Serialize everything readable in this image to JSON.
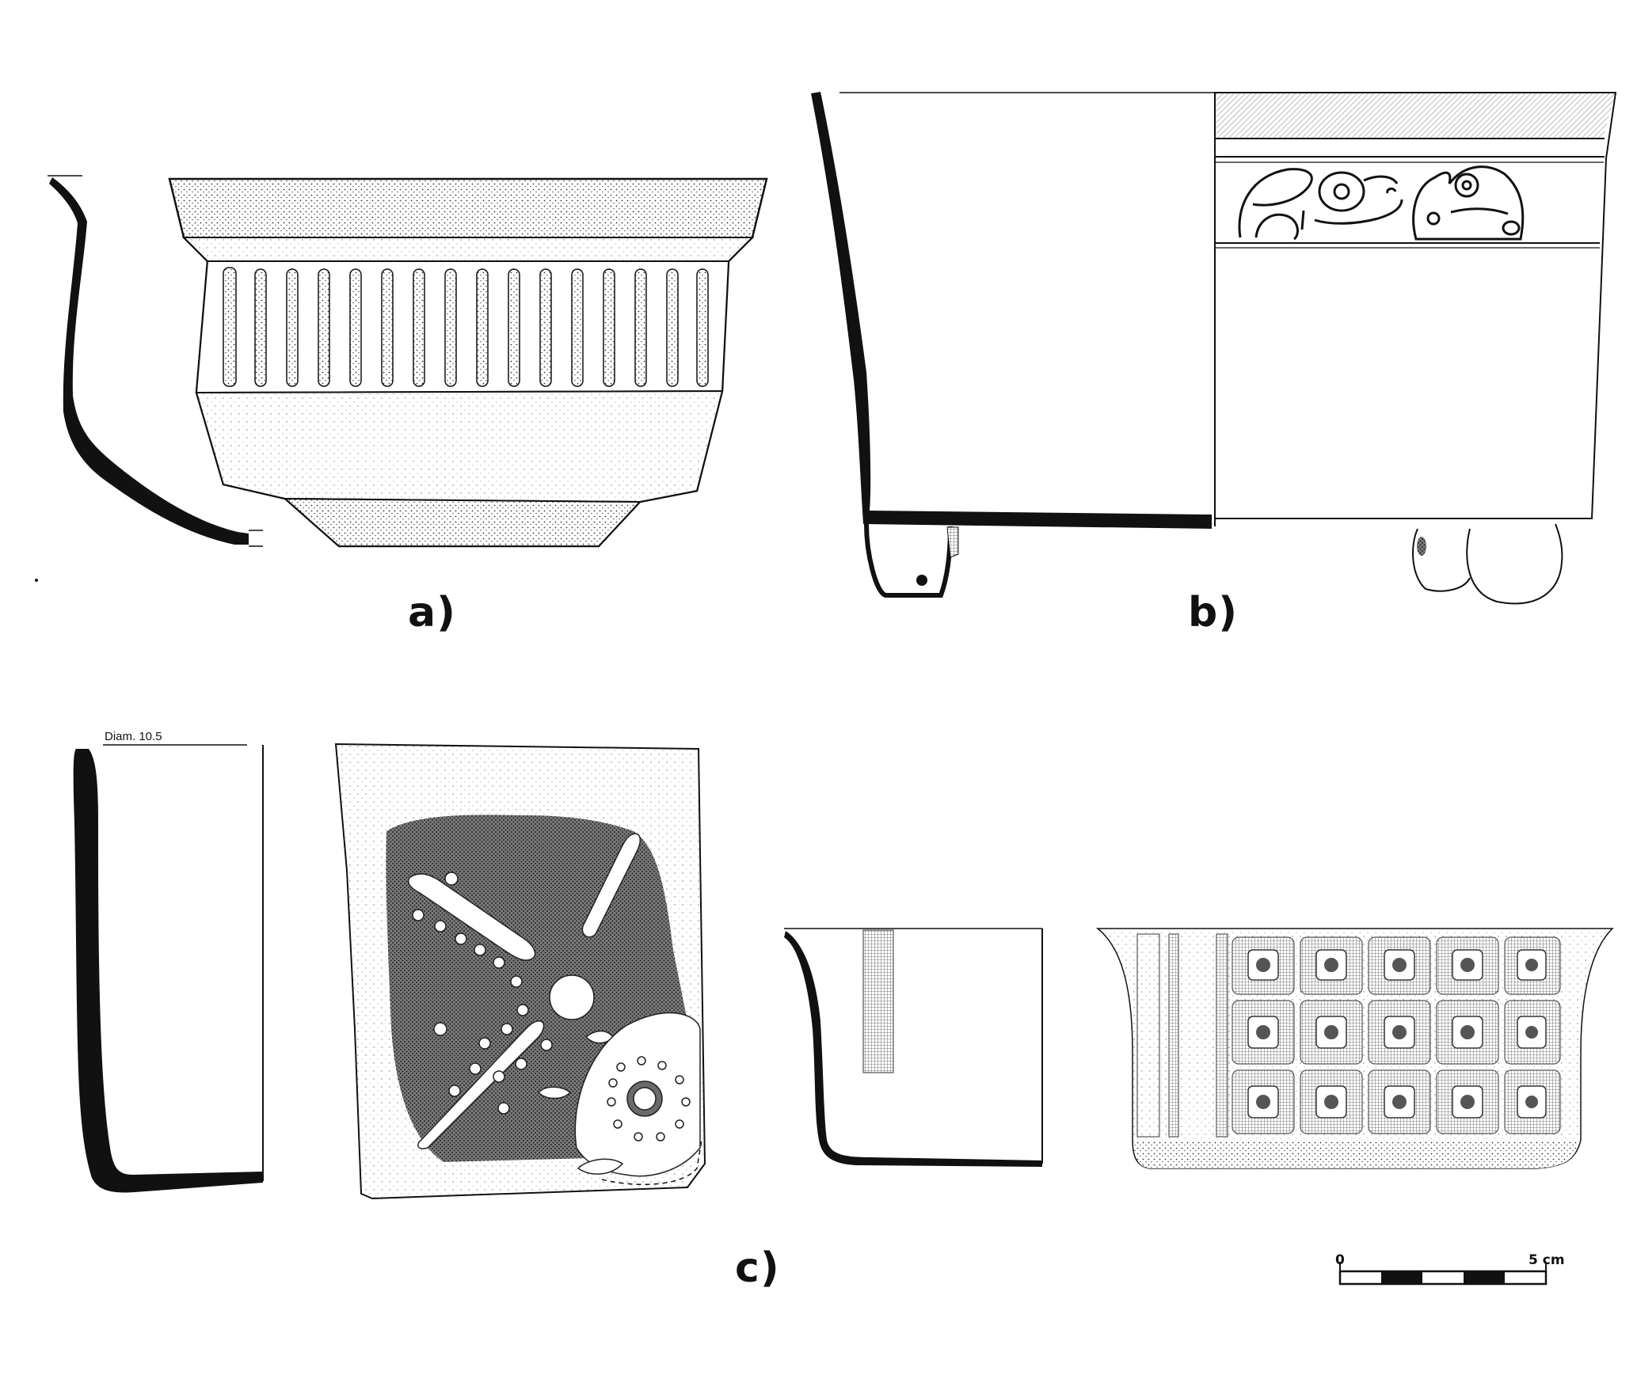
{
  "figure": {
    "panel_labels": {
      "a": "a)",
      "b": "b)",
      "c": "c)"
    },
    "diameter_note": "Diam. 10.5",
    "scale_bar": {
      "start_label": "0",
      "end_label": "5 cm",
      "segments": 5
    }
  }
}
